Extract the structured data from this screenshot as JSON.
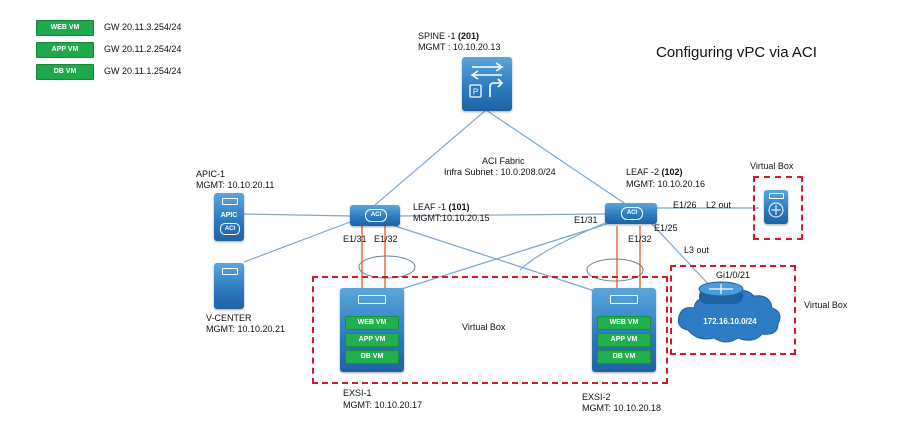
{
  "title": "Configuring vPC via ACI",
  "gateways": [
    {
      "vm": "WEB VM",
      "gw": "GW 20.11.3.254/24"
    },
    {
      "vm": "APP VM",
      "gw": "GW 20.11.2.254/24"
    },
    {
      "vm": "DB VM",
      "gw": "GW 20.11.1.254/24"
    }
  ],
  "spine": {
    "name": "SPINE -1",
    "id": "(201)",
    "mgmt": "MGMT : 10.10.20.13"
  },
  "fabric": {
    "line1": "ACI Fabric",
    "line2": "Infra Subnet : 10.0.208.0/24"
  },
  "leaf1": {
    "name": "LEAF -1",
    "id": "(101)",
    "mgmt": "MGMT:10.10.20.15",
    "icon_text": "ACI"
  },
  "leaf2": {
    "name": "LEAF -2",
    "id": "(102)",
    "mgmt": "MGMT: 10.10.20.16",
    "icon_text": "ACI"
  },
  "apic": {
    "name": "APIC-1",
    "mgmt": "MGMT: 10.10.20.11",
    "icon_text1": "APIC",
    "icon_text2": "ACI"
  },
  "vcenter": {
    "name": "V-CENTER",
    "mgmt": "MGMT: 10.10.20.21"
  },
  "exsi1": {
    "name": "EXSI-1",
    "mgmt": "MGMT:  10.10.20.17",
    "vms": [
      "WEB VM",
      "APP VM",
      "DB VM"
    ]
  },
  "exsi2": {
    "name": "EXSI-2",
    "mgmt": "MGMT: 10.10.20.18",
    "vms": [
      "WEB VM",
      "APP VM",
      "DB VM"
    ]
  },
  "ports": {
    "leaf1_a": "E1/31",
    "leaf1_b": "E1/32",
    "leaf2_a": "E1/31",
    "leaf2_b": "E1/32",
    "leaf2_c": "E1/25",
    "leaf2_d": "E1/26",
    "router_port": "Gi1/0/21"
  },
  "links": {
    "l2out": "L2 out",
    "l3out": "L3 out"
  },
  "virtual_box_labels": {
    "top": "Virtual Box",
    "center": "Virtual Box",
    "right": "Virtual Box"
  },
  "router_subnet": "172.16.10.0/24",
  "colors": {
    "device_blue": "#2a78bd",
    "vm_green": "#22b04e",
    "dash_red": "#d11a2a",
    "line_blue": "#7aa6cf"
  }
}
